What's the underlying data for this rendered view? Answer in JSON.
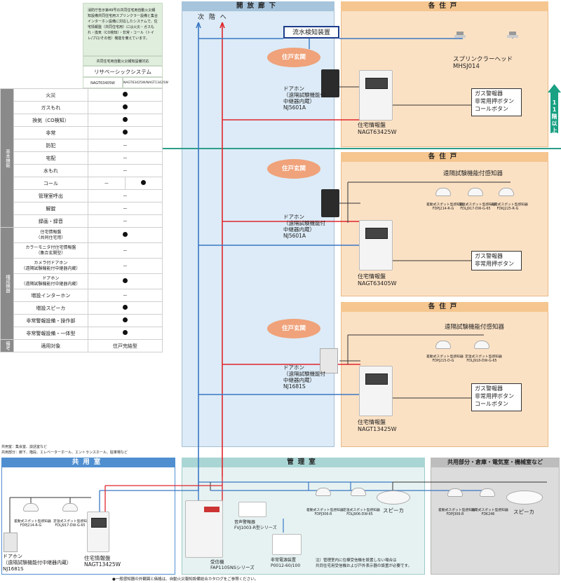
{
  "spec": {
    "note": "消防庁告示第49号の共同住宅用自動火災報知設備共同住宅用スプリンクラー設備と集合インターホン設備に対応したシステムで、住宅情報盤（共同住宅用）には火災・ガスもれ・換気（CO検知）・非常・コール（トイレ/ブロ/その他）機能を備えています。",
    "header_system_type": "共同住宅用自動火災報知設備対応",
    "header_system_name": "リサベーシックシステム",
    "col1": "NAGT63405W",
    "col2": "NAGT63425W/NAGT13425W",
    "cat_basic": "基本機能",
    "cat_config": "構成機器",
    "cat_note": "備考",
    "rows": [
      {
        "label": "火災",
        "val": "●"
      },
      {
        "label": "ガスもれ",
        "val": "●"
      },
      {
        "label": "換気（CO検知）",
        "val": "●"
      },
      {
        "label": "非常",
        "val": "●"
      },
      {
        "label": "防犯",
        "val": "－"
      },
      {
        "label": "宅配",
        "val": "－"
      },
      {
        "label": "水もれ",
        "val": "－"
      },
      {
        "label": "コール",
        "val_a": "－",
        "val_b": "●"
      },
      {
        "label": "管理室呼出",
        "val": "－"
      },
      {
        "label": "解錠",
        "val": "－"
      },
      {
        "label": "録画・録音",
        "val": "－"
      },
      {
        "label": "住宅情報盤\n（共同住宅用）",
        "val": "●"
      },
      {
        "label": "カラーモニタ付住宅情報盤\n（集合玄関型）",
        "val": "－"
      },
      {
        "label": "カメラ付ドアホン\n（遠隔試験機能付中継器内蔵）",
        "val": "－"
      },
      {
        "label": "ドアホン\n（遠隔試験機能付中継器内蔵）",
        "val": "●"
      },
      {
        "label": "増設インターホン",
        "val": "－"
      },
      {
        "label": "増設スピーカ",
        "val": "●"
      },
      {
        "label": "非常警報設備・操作部",
        "val": "●"
      },
      {
        "label": "非常警報設備・一体型",
        "val": "●"
      },
      {
        "label": "適用対象",
        "val": "住戸完結型"
      }
    ]
  },
  "zones": {
    "corridor": "開放廊下",
    "next_floor": "次 階 へ",
    "unit": "各住戸",
    "floor_badge": "11階以上",
    "kanri": "管理室",
    "kyoyo": "共用室",
    "kyoyo_bubun": "共用部分・倉庫・電気室・機械室など",
    "kyoyo_note1": "共用室：集会室、談話室など",
    "kyoyo_note2": "共用部分：廊下、階段、エレベーターホール、エントランスホール、駐車場など"
  },
  "unit1": {
    "entrance": "住戸玄関",
    "flow": "流水検知装置",
    "sprinkler_label": "スプリンクラーヘッド",
    "sprinkler_model": "MHSJ014",
    "door_label": "ドアホン\n（遠隔試験機能付\n中継器内蔵）",
    "door_model": "NJ5601A",
    "panel_label": "住宅情報盤",
    "panel_model": "NAGT63425W",
    "box": "ガス警報器\n非常用押ボタン\nコールボタン"
  },
  "unit2": {
    "entrance": "住戸玄関",
    "detectors_title": "遠隔試験機能付感知器",
    "detectors": [
      {
        "type": "差動式スポット型感知器",
        "model": "FDPJ214-R-G"
      },
      {
        "type": "定温式スポット型感知器",
        "model": "FDLJ917-DW-G-65"
      },
      {
        "type": "光電式スポット型感知器",
        "model": "FDKJ225-R-G"
      }
    ],
    "door_label": "ドアホン\n（遠隔試験機能付\n中継器内蔵）",
    "door_model": "NJ5601A",
    "panel_label": "住宅情報盤",
    "panel_model": "NAGT63405W",
    "box": "ガス警報器\n非常用押ボタン"
  },
  "unit3": {
    "entrance": "住戸玄関",
    "detectors_title": "遠隔試験機能付感知器",
    "detectors": [
      {
        "type": "差動式スポット型感知器",
        "model": "FDPJ215-D-G"
      },
      {
        "type": "定温式スポット型感知器",
        "model": "FDLJ918-DW-G-65"
      }
    ],
    "door_label": "ドアホン\n（遠隔試験機能付\n中継器内蔵）",
    "door_model": "NJ1681S",
    "panel_label": "住宅情報盤",
    "panel_model": "NAGT13425W",
    "box": "ガス警報器\n非常用押ボタン\nコールボタン"
  },
  "kyoyo_room": {
    "detectors": [
      {
        "type": "差動式スポット型感知器",
        "model": "FDPJ214-R-G"
      },
      {
        "type": "定温式スポット型感知器",
        "model": "FDLJ917-DW-G-65"
      }
    ],
    "door_label": "ドアホン\n（遠隔試験機能付中継器内蔵）",
    "door_model": "NJ1681S",
    "panel_label": "住宅情報盤",
    "panel_model": "NAGT13425W"
  },
  "kanri_room": {
    "receiver_label": "受信機",
    "receiver_model": "FAP1105NSシリーズ",
    "amp_label": "音声警報器",
    "amp_model": "FVJ1003-R型シリーズ",
    "power_label": "非常電源装置",
    "power_model": "P0012-60/100",
    "detectors": [
      {
        "type": "差動式スポット型感知器",
        "model": "FDPJ306-R"
      },
      {
        "type": "定温式スポット型感知器",
        "model": "FDLJ906-DW-65"
      }
    ],
    "speaker": "スピーカ",
    "note": "注）管理室内に住棟受信機を設置しない場合は\n共同住宅用受信機および戸外表示器の設置が必要です。"
  },
  "kyoyo_bubun_room": {
    "detectors": [
      {
        "type": "差動式スポット型感知器",
        "model": "FDPJ306-R"
      },
      {
        "type": "光電式スポット型感知器",
        "model": "FDK246"
      }
    ],
    "speaker": "スピーカ"
  },
  "footer": "●一般感知器の外観図と価格は、自動火災報知設備総合カタログをご参照ください。",
  "colors": {
    "corridor_bg": "#dcebf7",
    "unit_bg": "#fbe1c4",
    "kanri_hdr": "#a9d5d4",
    "kyoyo_hdr": "#4f8fd0",
    "bubun_bg": "#dcdcdc",
    "wire_red": "#e0252c",
    "wire_blue": "#3a77c4",
    "wire_teal": "#2e9d8a",
    "badge_teal": "#1aa083"
  }
}
